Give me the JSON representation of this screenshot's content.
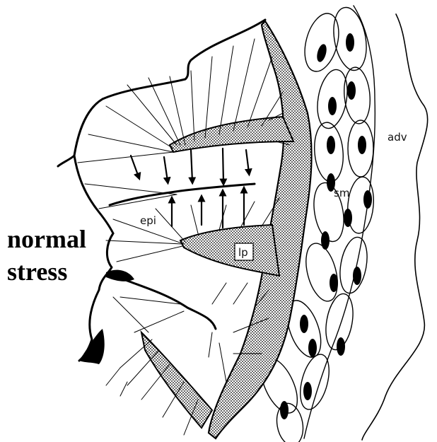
{
  "labels": {
    "adv": "adv",
    "sm": "sm",
    "epi": "epi",
    "lp": "lp",
    "condition_line1": "normal",
    "condition_line2": "stress"
  },
  "colors": {
    "ink": "#000000",
    "background": "#ffffff"
  }
}
